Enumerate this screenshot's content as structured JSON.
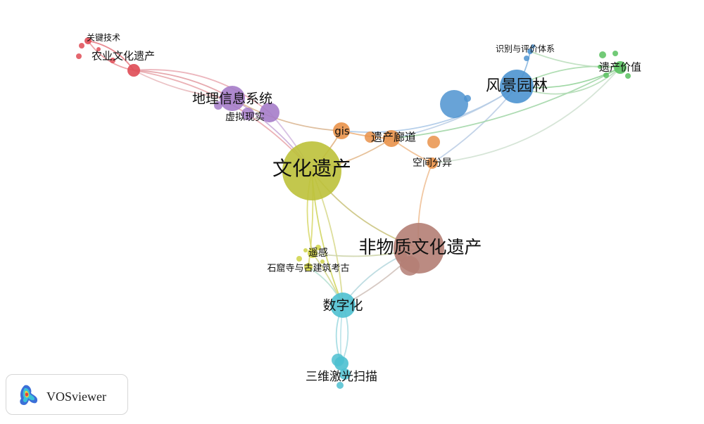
{
  "brand": {
    "name": "VOSviewer"
  },
  "network": {
    "nodes": [
      {
        "id": "wenhua",
        "label": "文化遗产",
        "cluster": "yellow"
      },
      {
        "id": "feiwuzhi",
        "label": "非物质文化遗产",
        "cluster": "brown"
      },
      {
        "id": "dili",
        "label": "地理信息系统",
        "cluster": "purple"
      },
      {
        "id": "xuni",
        "label": "虚拟现实",
        "cluster": "purple"
      },
      {
        "id": "gis",
        "label": "gis",
        "cluster": "orange"
      },
      {
        "id": "langdao",
        "label": "遗产廊道",
        "cluster": "orange"
      },
      {
        "id": "kongjian",
        "label": "空间分异",
        "cluster": "orange"
      },
      {
        "id": "fengjing",
        "label": "风景园林",
        "cluster": "blue"
      },
      {
        "id": "shibie",
        "label": "识别与评价体系",
        "cluster": "blue"
      },
      {
        "id": "jiazhi",
        "label": "遗产价值",
        "cluster": "green"
      },
      {
        "id": "nongye",
        "label": "农业文化遗产",
        "cluster": "red"
      },
      {
        "id": "guanjian",
        "label": "关键技术",
        "cluster": "red"
      },
      {
        "id": "yaogan",
        "label": "遥感",
        "cluster": "olive"
      },
      {
        "id": "shiku",
        "label": "石窟寺与古建筑考古",
        "cluster": "olive"
      },
      {
        "id": "shuzi",
        "label": "数字化",
        "cluster": "cyan"
      },
      {
        "id": "sanwei",
        "label": "三维激光扫描",
        "cluster": "cyan"
      }
    ]
  },
  "colors": {
    "yellow": "#bcc13a",
    "brown": "#b47e74",
    "purple": "#a57cc9",
    "orange": "#e9924a",
    "blue": "#4d93d0",
    "green": "#59c15f",
    "red": "#df4b55",
    "olive": "#cfd245",
    "cyan": "#4dc0d0"
  }
}
